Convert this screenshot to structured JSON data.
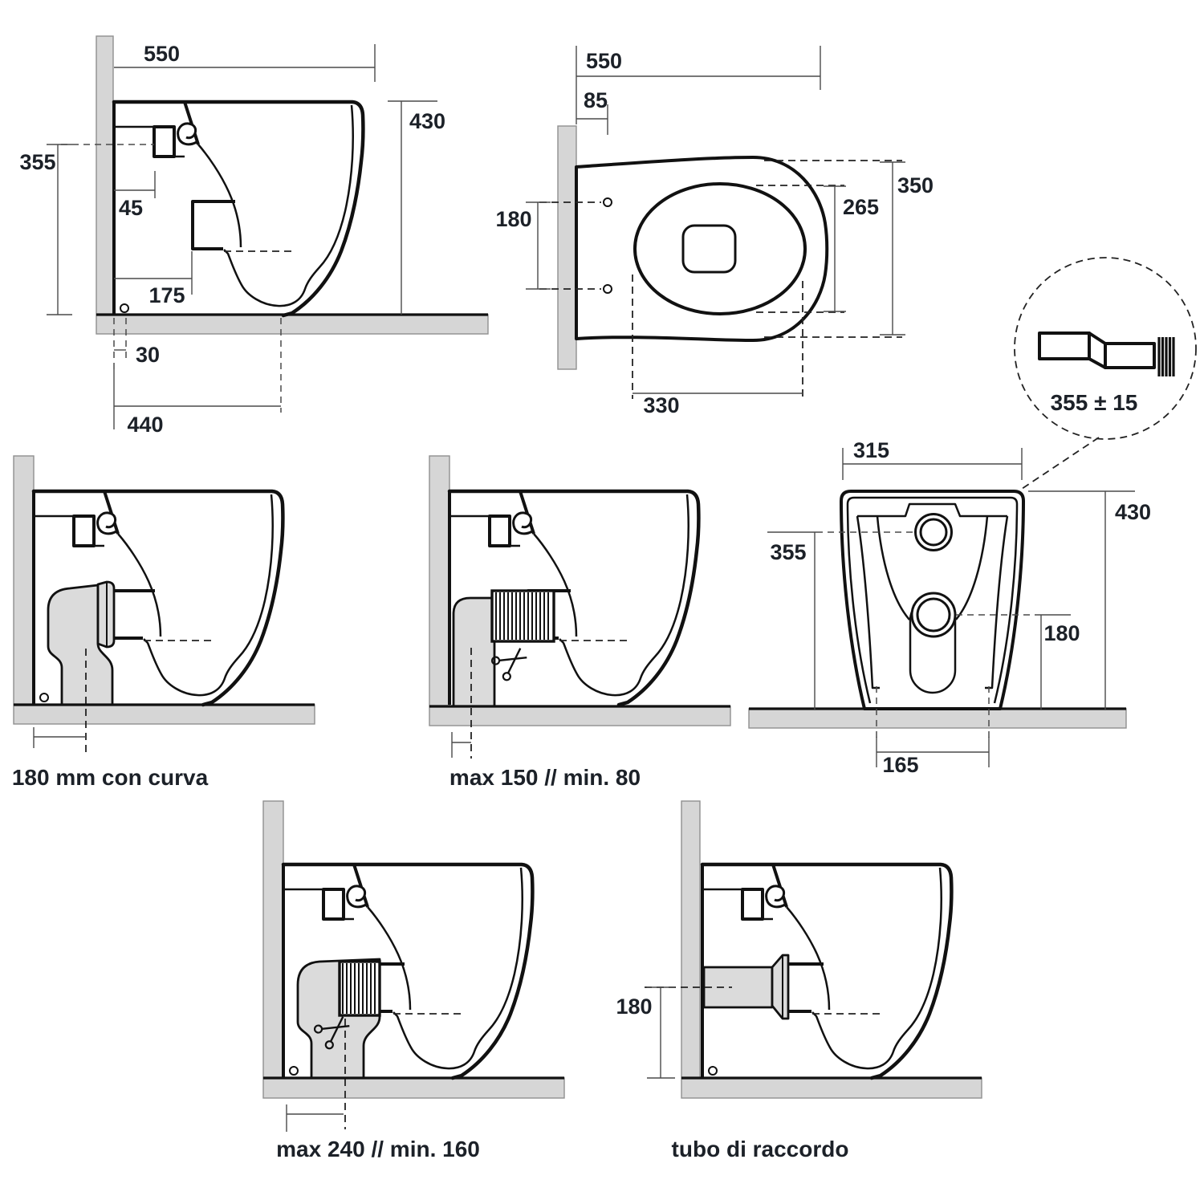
{
  "panels": {
    "side": {
      "dims": {
        "d550": "550",
        "d430": "430",
        "d355": "355",
        "d45": "45",
        "d175": "175",
        "d30": "30",
        "d440": "440"
      }
    },
    "plan": {
      "dims": {
        "d550": "550",
        "d85": "85",
        "d350": "350",
        "d265": "265",
        "d180": "180",
        "d330": "330"
      }
    },
    "detail": {
      "label": "355 ± 15"
    },
    "front": {
      "dims": {
        "d315": "315",
        "d430": "430",
        "d355": "355",
        "d180": "180",
        "d165": "165"
      }
    },
    "curva": {
      "caption": "180 mm con curva"
    },
    "flex_short": {
      "caption": "max 150 // min. 80"
    },
    "flex_long": {
      "caption": "max 240 // min. 160"
    },
    "tubo": {
      "caption": "tubo di raccordo",
      "dim180": "180"
    }
  },
  "colors": {
    "line": "#111111",
    "text": "#1c2128",
    "wall": "#d6d6d6",
    "pipe": "#dbdbdb"
  }
}
